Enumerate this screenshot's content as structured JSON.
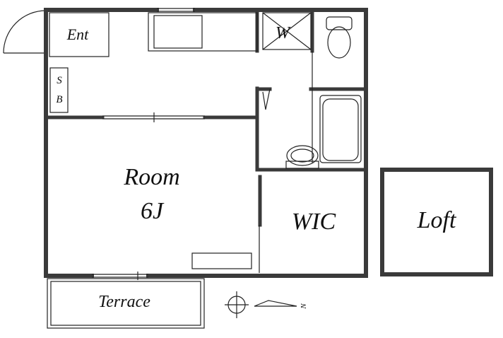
{
  "rooms": {
    "entrance": "Ent",
    "shoe_box": {
      "line1": "S",
      "line2": "B"
    },
    "washer": "W",
    "room_name": "Room",
    "room_size": "6J",
    "wic": "WIC",
    "loft": "Loft",
    "terrace": "Terrace"
  },
  "compass": {
    "north": "N"
  },
  "colors": {
    "wall": "#3a3a3a",
    "line": "#222222",
    "background": "#ffffff"
  }
}
